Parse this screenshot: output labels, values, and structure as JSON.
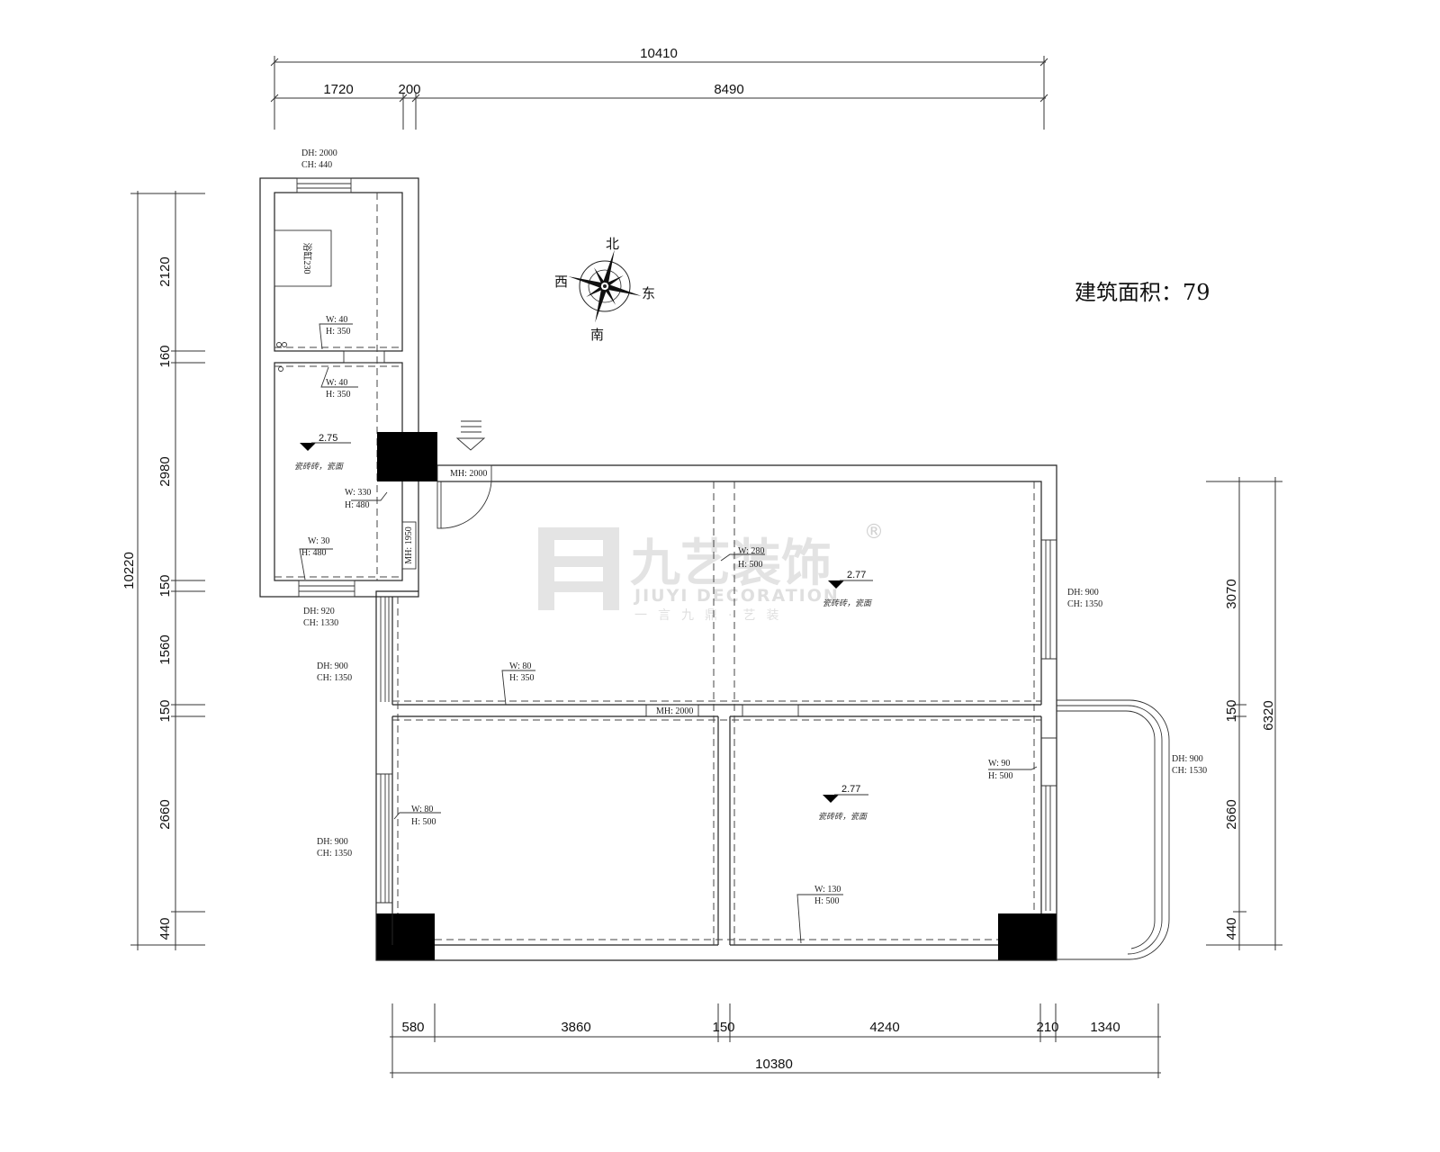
{
  "plan": {
    "area_label": "建筑面积：79",
    "compass": {
      "north": "北",
      "south": "南",
      "east": "东",
      "west": "西"
    },
    "watermark": {
      "brand_cn": "九艺装饰",
      "brand_en": "JIUYI DECORATION",
      "tagline": "一言九鼎·艺装",
      "registered": "®"
    }
  },
  "dimensions": {
    "top": {
      "total": "10410",
      "segments": [
        "1720",
        "200",
        "8490"
      ]
    },
    "bottom": {
      "total": "10380",
      "segments": [
        "580",
        "3860",
        "150",
        "4240",
        "210",
        "1340"
      ]
    },
    "left": {
      "total": "10220",
      "segments": [
        "2120",
        "160",
        "2980",
        "150",
        "1560",
        "150",
        "2660",
        "440"
      ]
    },
    "right": {
      "total": "6320",
      "segments": [
        "3070",
        "150",
        "2660",
        "440"
      ]
    }
  },
  "annotations": {
    "bath_top_window": {
      "dh": "DH: 2000",
      "ch": "CH: 440"
    },
    "bathtub": "浴缸230",
    "bath_w1": {
      "w": "W: 40",
      "h": "H: 350"
    },
    "room_w2": {
      "w": "W: 40",
      "h": "H: 350"
    },
    "kitchen_level": "2.75",
    "kitchen_floor": "瓷砖砖，瓷面",
    "kitchen_w330": {
      "w": "W: 330",
      "h": "H: 480"
    },
    "kitchen_w30": {
      "w": "W: 30",
      "h": "H: 480"
    },
    "door_mh1950": "MH: 1950",
    "entry_door": "MH: 2000",
    "kitchen_window": {
      "dh": "DH: 920",
      "ch": "CH: 1330"
    },
    "left_window_upper": {
      "dh": "DH: 900",
      "ch": "CH: 1350"
    },
    "left_window_lower": {
      "dh": "DH: 900",
      "ch": "CH: 1350"
    },
    "living_w280": {
      "w": "W: 280",
      "h": "H: 500"
    },
    "living_level": "2.77",
    "living_floor": "瓷砖砖，瓷面",
    "hall_w80": {
      "w": "W: 80",
      "h": "H: 350"
    },
    "hall_door": "MH: 2000",
    "right_window_upper": {
      "dh": "DH: 900",
      "ch": "CH: 1350"
    },
    "bedroom_w80": {
      "w": "W: 80",
      "h": "H: 500"
    },
    "bedroom2_w90": {
      "w": "W: 90",
      "h": "H: 500"
    },
    "bedroom2_level": "2.77",
    "bedroom2_floor": "瓷砖砖，瓷面",
    "bedroom2_w130": {
      "w": "W: 130",
      "h": "H: 500"
    },
    "balcony_window": {
      "dh": "DH: 900",
      "ch": "CH: 1530"
    }
  }
}
